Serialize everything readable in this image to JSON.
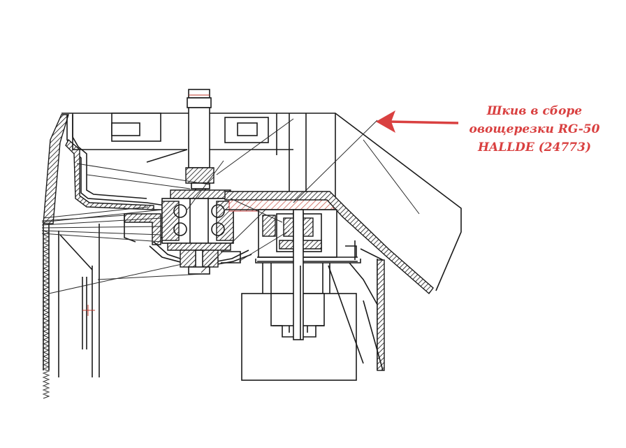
{
  "callout": {
    "lines": [
      "Шкив в сборе",
      "овощерезки RG-50",
      "HALLDE (24773)"
    ],
    "color": "#d94040"
  },
  "drawing": {
    "subject": "pulley-assembly-cross-section",
    "line_color": "#1a1a1a",
    "highlight_color": "#c0392b"
  }
}
